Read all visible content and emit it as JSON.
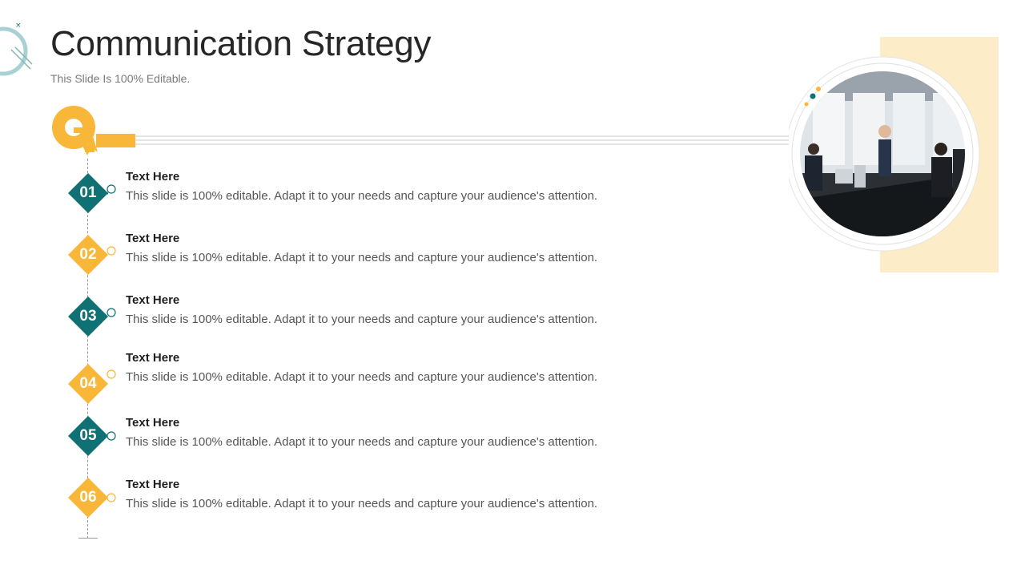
{
  "slide": {
    "title": "Communication Strategy",
    "subtitle": "This Slide Is 100% Editable."
  },
  "colors": {
    "teal": "#0f7173",
    "yellow": "#f8b738",
    "cream": "#fdecc8",
    "text": "#262626"
  },
  "steps": [
    {
      "number": "01",
      "heading": "Text Here",
      "description": "This slide is 100% editable. Adapt it to your needs and capture your audience's attention.",
      "color": "teal"
    },
    {
      "number": "02",
      "heading": "Text Here",
      "description": "This slide is 100% editable. Adapt it to your needs and capture your audience's attention.",
      "color": "yellow"
    },
    {
      "number": "03",
      "heading": "Text Here",
      "description": "This slide is 100% editable. Adapt it to your needs and capture your audience's attention.",
      "color": "teal"
    },
    {
      "number": "04",
      "heading": "Text Here",
      "description": "This slide is 100% editable. Adapt it to your needs and capture your audience's attention.",
      "color": "yellow"
    },
    {
      "number": "05",
      "heading": "Text Here",
      "description": "This slide is 100% editable. Adapt it to your needs and capture your audience's attention.",
      "color": "teal"
    },
    {
      "number": "06",
      "heading": "Text Here",
      "description": "This slide is 100% editable. Adapt it to your needs and capture your audience's attention.",
      "color": "yellow"
    }
  ],
  "image": {
    "icon": "business-meeting-photo"
  }
}
